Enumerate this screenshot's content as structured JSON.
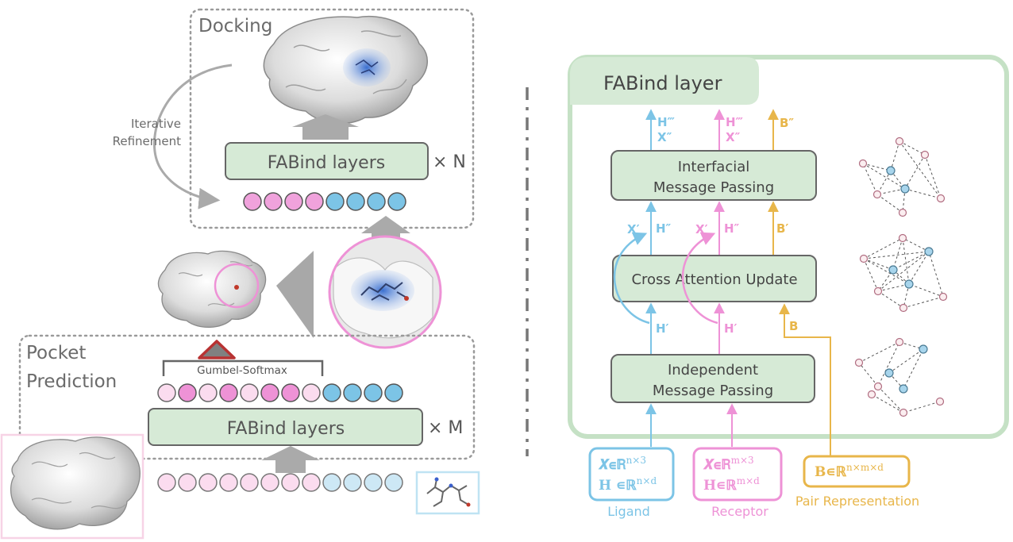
{
  "colors": {
    "green_fill": "#d6ead6",
    "green_border": "#c5e1c5",
    "box_stroke": "#666666",
    "gray_text": "#6b6b6b",
    "arrow_gray": "#aaaaaa",
    "ligand": "#7cc4e6",
    "ligand_light": "#cde8f5",
    "receptor": "#ee92d6",
    "receptor_light": "#fbdcef",
    "receptor_mid": "#f0a2dc",
    "pair": "#e8b64a",
    "triangle_red": "#b83232",
    "frame_pink": "#f7d3e6",
    "frame_blue": "#bfe3f3",
    "node_fill": "#fbeef0",
    "node_stroke": "#b06c80"
  },
  "left": {
    "docking_title": "Docking",
    "iterative_line1": "Iterative",
    "iterative_line2": "Refinement",
    "fabind_layers_top": "FABind layers",
    "times_n": "× N",
    "pocket_line1": "Pocket",
    "pocket_line2": "Prediction",
    "gumbel": "Gumbel-Softmax",
    "fabind_layers_bottom": "FABind layers",
    "times_m": "× M"
  },
  "right": {
    "panel_title": "FABind layer",
    "interfacial_line1": "Interfacial",
    "interfacial_line2": "Message Passing",
    "cross_attention": "Cross Attention Update",
    "independent_line1": "Independent",
    "independent_line2": "Message Passing",
    "top_lig_h": "H‴",
    "top_lig_x": "X″",
    "top_rec_h": "H‴",
    "top_rec_x": "X″",
    "top_pair": "B″",
    "mid_lig_x": "X′",
    "mid_lig_h": "H″",
    "mid_rec_x": "X′",
    "mid_rec_h": "H″",
    "mid_pair": "B′",
    "low_lig_h": "H′",
    "low_rec_h": "H′",
    "low_pair": "B",
    "ligand_in_x": "𝑿∊ℝ",
    "ligand_in_x_sup": "n×3",
    "ligand_in_h": "H ∊ℝ",
    "ligand_in_h_sup": "n×d",
    "receptor_in_x": "𝑿∊ℝ",
    "receptor_in_x_sup": "m×3",
    "receptor_in_h": "H∊ℝ",
    "receptor_in_h_sup": "m×d",
    "pair_in": "B∊ℝ",
    "pair_in_sup": "n×m×d",
    "ligand_label": "Ligand",
    "receptor_label": "Receptor",
    "pair_label": "Pair Representation"
  }
}
